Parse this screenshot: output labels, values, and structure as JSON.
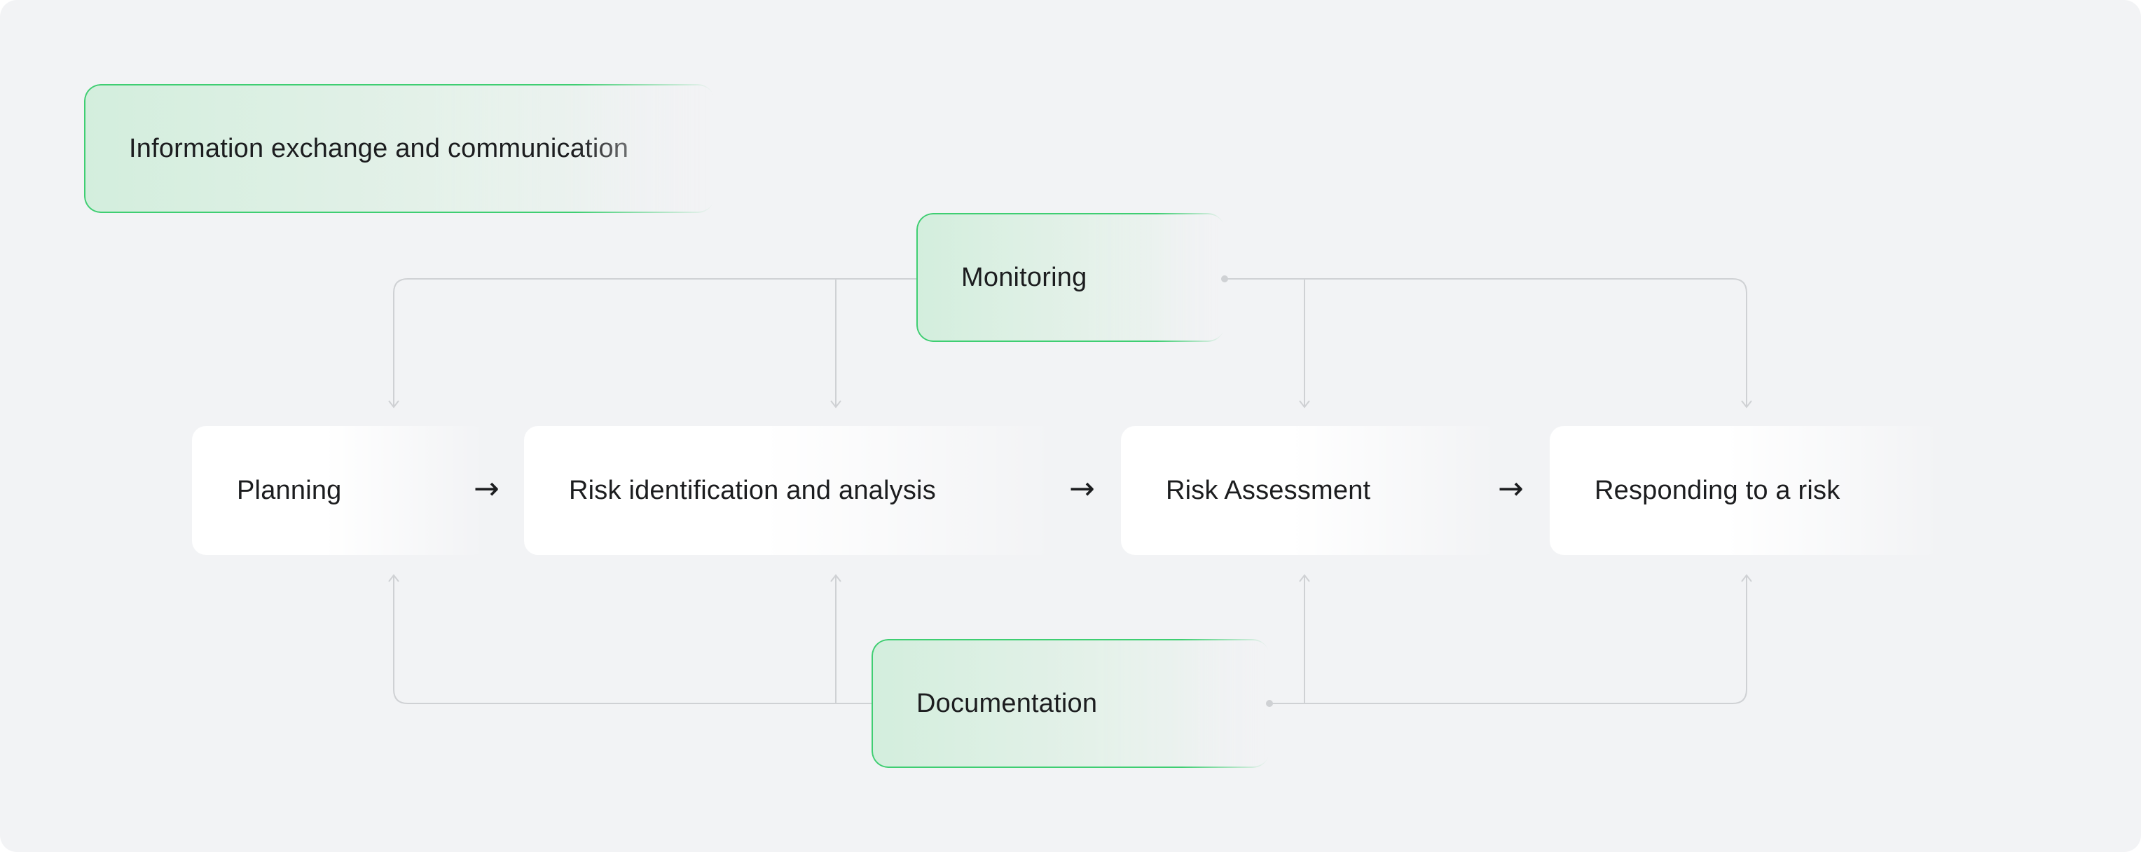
{
  "diagram": {
    "info_box": {
      "label": "Information exchange and communication"
    },
    "monitoring": {
      "label": "Monitoring"
    },
    "documentation": {
      "label": "Documentation"
    },
    "steps": [
      {
        "label": "Planning"
      },
      {
        "label": "Risk identification and analysis"
      },
      {
        "label": "Risk Assessment"
      },
      {
        "label": "Responding to a risk"
      }
    ],
    "flow_arrow": "→",
    "colors": {
      "background": "#f2f3f5",
      "accent_border": "#3fce72",
      "accent_fill": "#d3eedd",
      "card": "#ffffff",
      "connector": "#cfd1d4",
      "text": "#1c1d1f"
    }
  }
}
